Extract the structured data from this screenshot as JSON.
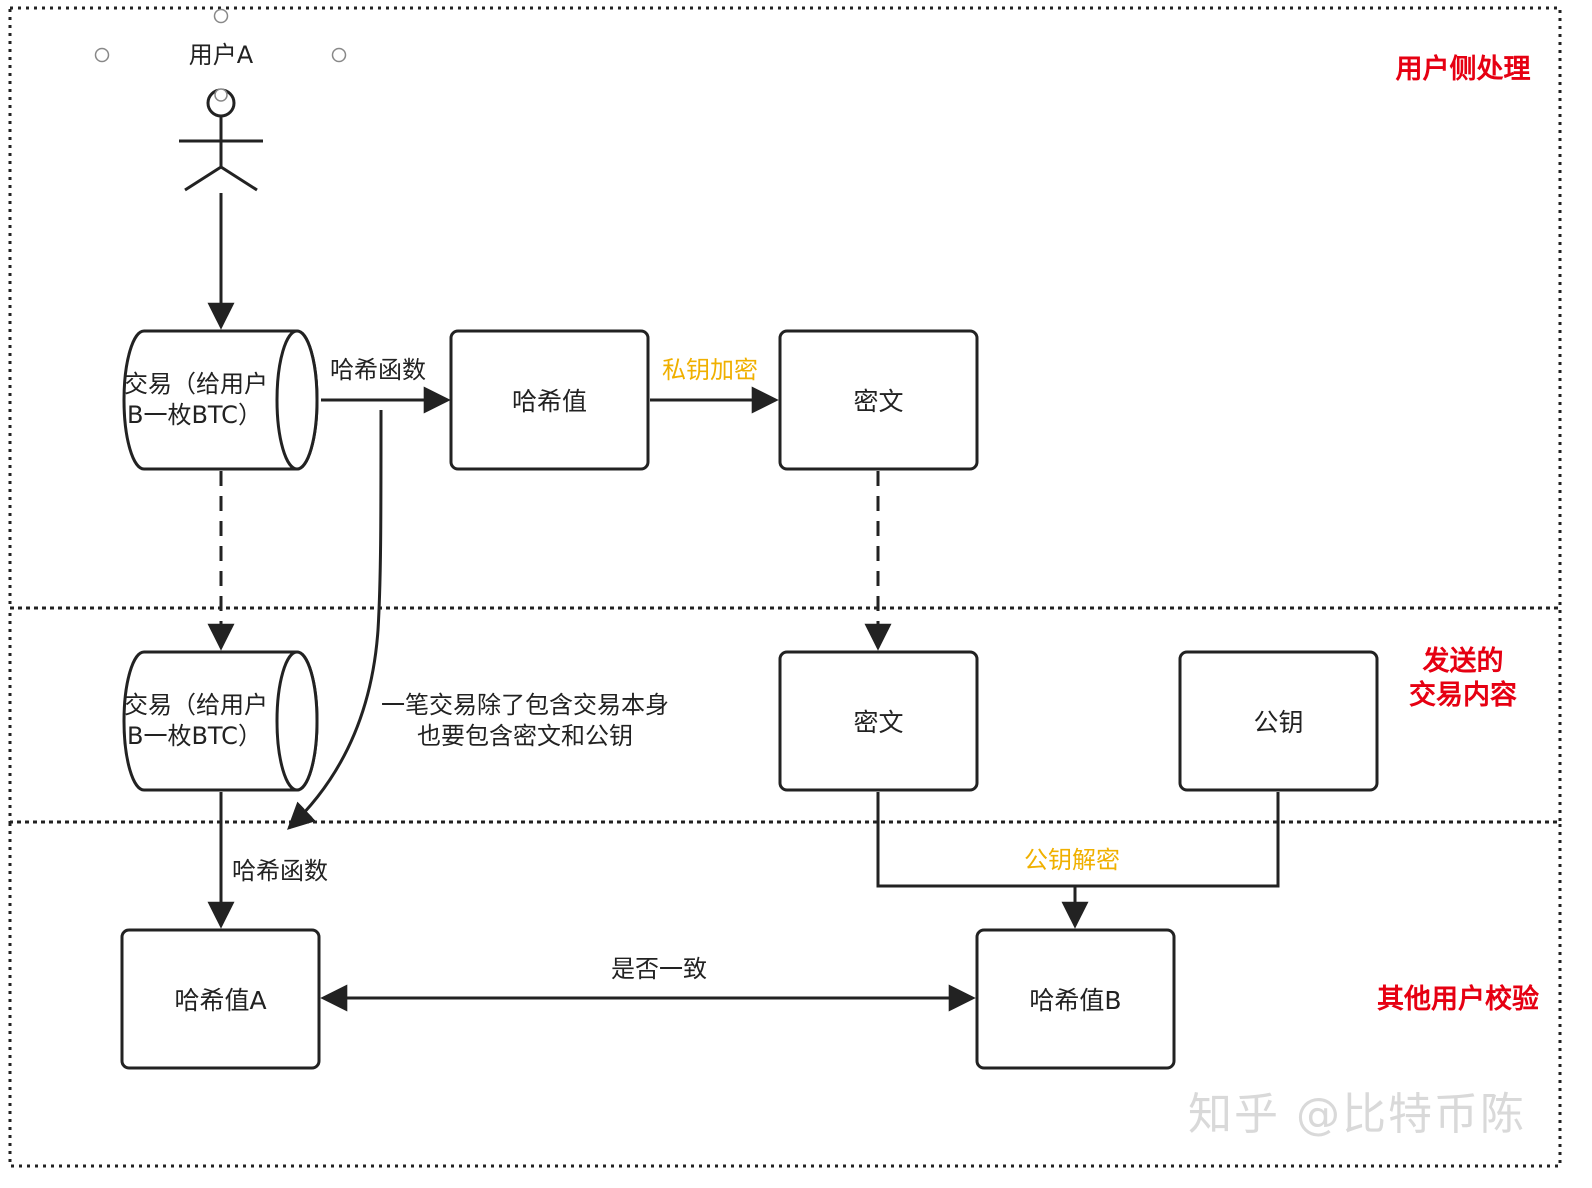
{
  "actor": {
    "label": "用户A"
  },
  "zones": {
    "user_side": "用户侧处理",
    "sent_content": "发送的\n交易内容",
    "verify": "其他用户校验"
  },
  "nodes": {
    "tx_top": {
      "line1": "交易（给用户",
      "line2": "B一枚BTC）"
    },
    "hash_value": "哈希值",
    "cipher_top": "密文",
    "tx_bottom": {
      "line1": "交易（给用户",
      "line2": "B一枚BTC）"
    },
    "cipher_bottom": "密文",
    "public_key": "公钥",
    "hash_a": "哈希值A",
    "hash_b": "哈希值B"
  },
  "edges": {
    "hash_fn_top": "哈希函数",
    "private_key_encrypt": "私钥加密",
    "note": "一笔交易除了包含交易本身\n也要包含密文和公钥",
    "hash_fn_bottom": "哈希函数",
    "public_key_decrypt": "公钥解密",
    "consistent": "是否一致"
  },
  "watermark": "知乎 @比特币陈",
  "colors": {
    "zone_label": "#e60012",
    "edge_accent": "#f0b000",
    "stroke": "#222222"
  }
}
